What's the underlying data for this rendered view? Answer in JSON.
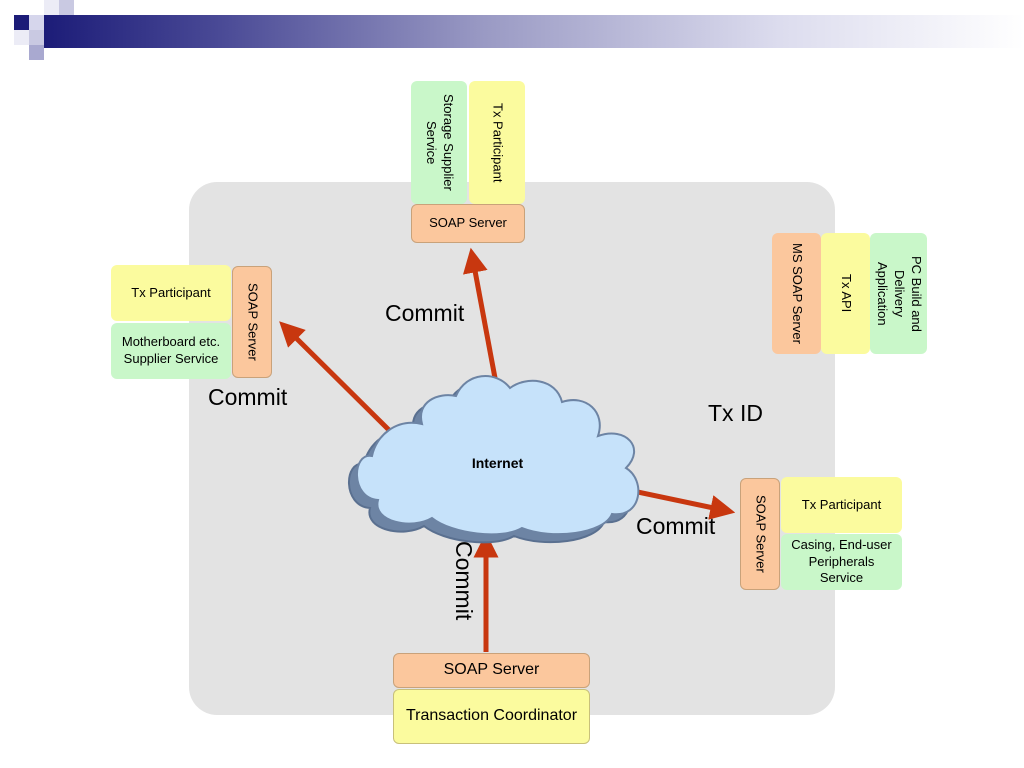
{
  "diagram": {
    "storage": {
      "service": "Storage Supplier Service",
      "participant": "Tx Participant",
      "server": "SOAP Server"
    },
    "motherboard": {
      "participant": "Tx Participant",
      "service": "Motherboard etc. Supplier Service",
      "server": "SOAP Server"
    },
    "pc_build": {
      "server": "MS SOAP Server",
      "api": "Tx API",
      "app": "PC Build and Delivery Application"
    },
    "casing": {
      "server": "SOAP Server",
      "participant": "Tx Participant",
      "service": "Casing, End-user Peripherals Service"
    },
    "coordinator": {
      "server": "SOAP Server",
      "name": "Transaction Coordinator"
    },
    "cloud_label": "Internet",
    "commit_top": "Commit",
    "commit_left": "Commit",
    "commit_right": "Commit",
    "commit_bottom": "Commit",
    "tx_id": "Tx ID"
  },
  "colors": {
    "service_green": "#c9f7c9",
    "participant_yellow": "#fbfb9e",
    "server_orange": "#fbc79d",
    "panel_gray": "#e3e3e3",
    "arrow_red": "#c8370f",
    "cloud_fill": "#c6e2fa",
    "cloud_outline": "#6d84a4"
  }
}
